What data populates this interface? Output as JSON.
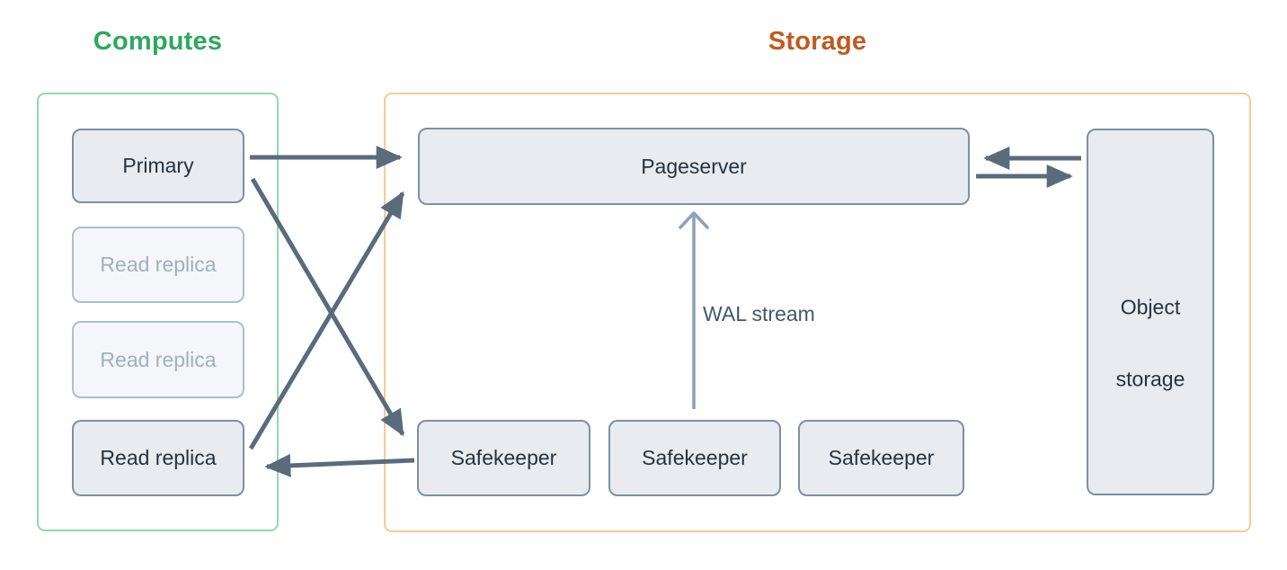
{
  "titles": {
    "computes": "Computes",
    "storage": "Storage"
  },
  "groups": {
    "computes": {
      "title": "Computes"
    },
    "storage": {
      "title": "Storage"
    }
  },
  "nodes": {
    "primary": {
      "label": "Primary",
      "state": "active"
    },
    "read_replica_1": {
      "label": "Read replica",
      "state": "inactive"
    },
    "read_replica_2": {
      "label": "Read replica",
      "state": "inactive"
    },
    "read_replica_3": {
      "label": "Read replica",
      "state": "active"
    },
    "pageserver": {
      "label": "Pageserver",
      "state": "active"
    },
    "safekeeper_1": {
      "label": "Safekeeper",
      "state": "active"
    },
    "safekeeper_2": {
      "label": "Safekeeper",
      "state": "active"
    },
    "safekeeper_3": {
      "label": "Safekeeper",
      "state": "active"
    },
    "object_storage": {
      "label_line1": "Object",
      "label_line2": "storage",
      "state": "active"
    }
  },
  "annotations": {
    "wal_stream": "WAL stream"
  },
  "edges": [
    {
      "from": "primary",
      "to": "pageserver",
      "type": "solid-arrow"
    },
    {
      "from": "primary",
      "to": "safekeeper_1",
      "type": "solid-arrow"
    },
    {
      "from": "read_replica_3",
      "to": "pageserver",
      "type": "solid-arrow"
    },
    {
      "from": "safekeeper_1",
      "to": "read_replica_3",
      "type": "solid-arrow"
    },
    {
      "from": "object_storage",
      "to": "pageserver",
      "type": "solid-arrow"
    },
    {
      "from": "pageserver",
      "to": "object_storage",
      "type": "solid-arrow"
    },
    {
      "from": "safekeeper_2",
      "to": "pageserver",
      "type": "thin-arrow",
      "label": "WAL stream"
    }
  ],
  "colors": {
    "computes_title": "#2ea85f",
    "computes_border": "#8edca7",
    "storage_title": "#c05a1e",
    "storage_border": "#f8ca92",
    "node_fill": "#e8ebef",
    "node_border": "#7e90a2",
    "node_text": "#27323f",
    "node_faded_fill": "#f4f6f9",
    "node_faded_border": "#aebecd",
    "node_faded_text": "#9fb0bf",
    "arrow": "#5a6b7c",
    "wal_arrow": "#8fa3b6",
    "wal_text": "#44566a",
    "background": "#ffffff"
  }
}
